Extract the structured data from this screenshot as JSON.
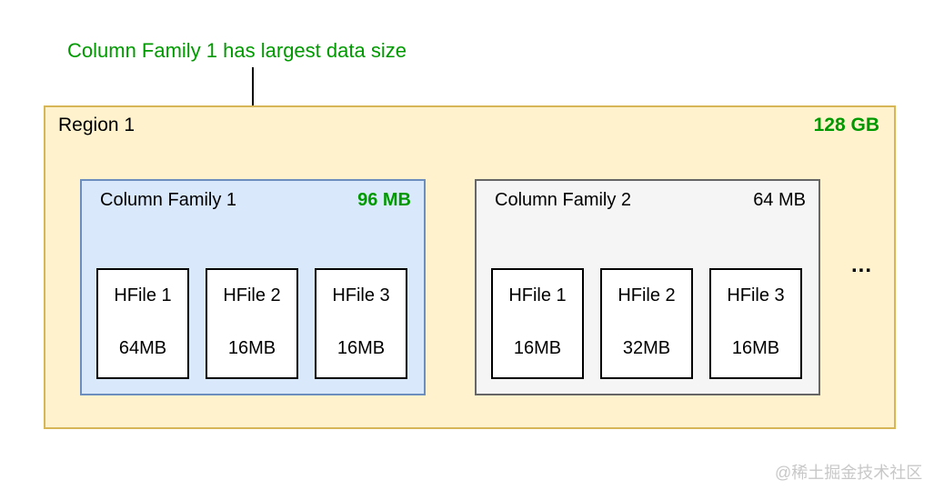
{
  "annotation": {
    "text": "Column Family 1 has largest data size"
  },
  "region": {
    "title": "Region 1",
    "size": "128 GB",
    "ellipsis": "...",
    "column_families": [
      {
        "name": "Column Family 1",
        "size": "96 MB",
        "highlighted": true,
        "hfiles": [
          {
            "name": "HFile 1",
            "size": "64MB"
          },
          {
            "name": "HFile 2",
            "size": "16MB"
          },
          {
            "name": "HFile 3",
            "size": "16MB"
          }
        ]
      },
      {
        "name": "Column Family 2",
        "size": "64 MB",
        "highlighted": false,
        "hfiles": [
          {
            "name": "HFile 1",
            "size": "16MB"
          },
          {
            "name": "HFile 2",
            "size": "32MB"
          },
          {
            "name": "HFile 3",
            "size": "16MB"
          }
        ]
      }
    ]
  },
  "watermark": {
    "text": "@稀土掘金技术社区"
  },
  "colors": {
    "annotation_green": "#009a00",
    "region_fill": "#fff2cc",
    "region_border": "#d6b656",
    "cf1_fill": "#dae8fc",
    "cf1_border": "#6c8ebf",
    "cf2_fill": "#f5f5f5",
    "cf2_border": "#666666",
    "hfile_fill": "#ffffff",
    "hfile_border": "#000000",
    "arrow_black": "#000000",
    "watermark_gray": "#c8c8c8"
  }
}
